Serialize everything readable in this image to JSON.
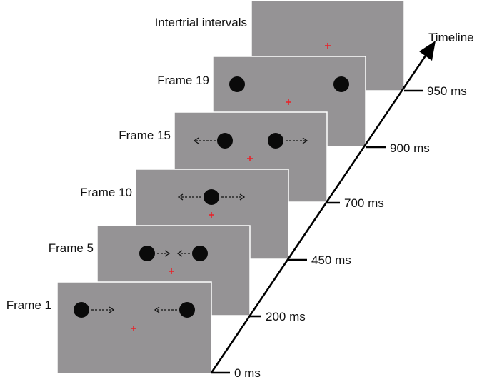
{
  "timeline": {
    "title": "Timeline",
    "ticks": [
      "0 ms",
      "200 ms",
      "450 ms",
      "700 ms",
      "900 ms",
      "950 ms"
    ]
  },
  "frames": [
    {
      "label": "Frame 1"
    },
    {
      "label": "Frame 5"
    },
    {
      "label": "Frame 10"
    },
    {
      "label": "Frame 15"
    },
    {
      "label": "Frame 19"
    },
    {
      "label": "Intertrial intervals"
    }
  ],
  "colors": {
    "frame_fill": "#959395",
    "dot": "#0a0a0a",
    "fixation": "#e8232a",
    "axis": "#000000"
  }
}
